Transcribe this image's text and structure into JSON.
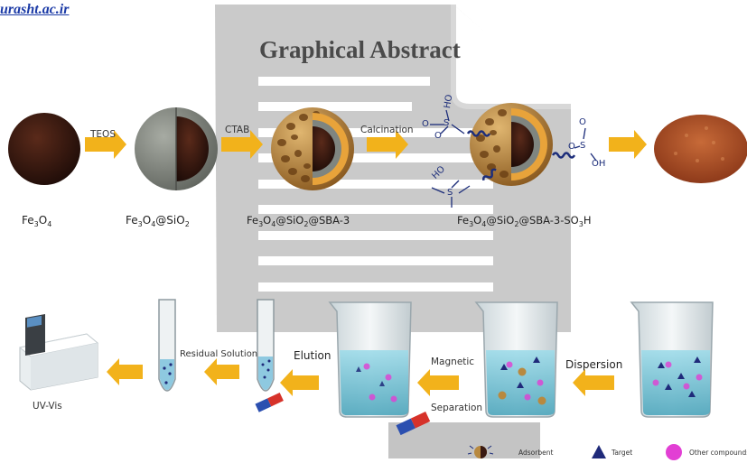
{
  "header": {
    "link_text": "urasht.ac.ir"
  },
  "title": "Graphical Abstract",
  "synthesis": {
    "steps": [
      "TEOS",
      "CTAB",
      "Calcination"
    ],
    "labels": {
      "fe3o4": {
        "parts": [
          "Fe",
          "3",
          "O",
          "4"
        ]
      },
      "fe3o4_sio2": {
        "parts": [
          "Fe",
          "3",
          "O",
          "4",
          "@SiO",
          "2"
        ]
      },
      "fe3o4_sio2_sba3": {
        "parts": [
          "Fe",
          "3",
          "O",
          "4",
          "@SiO",
          "2",
          "@SBA-3"
        ]
      },
      "fe3o4_sio2_sba3_so3h": {
        "parts": [
          "Fe",
          "3",
          "O",
          "4",
          "@SiO",
          "2",
          "@SBA-3-SO",
          "3",
          "H"
        ]
      }
    },
    "sulfonic_group": {
      "ho": "HO",
      "s": "S",
      "o": "O",
      "oh": "OH"
    }
  },
  "extraction": {
    "steps": {
      "dispersion": "Dispersion",
      "magnetic": "Magnetic",
      "separation": "Separation",
      "elution": "Elution",
      "residual": "Residual Solution"
    },
    "instrument_label": "UV-Vis"
  },
  "legend": {
    "adsorbent": "Adsorbent",
    "target": "Target",
    "other": "Other compounds"
  },
  "colors": {
    "arrow": "#f2b21b",
    "core": "#3a1a12",
    "silica": "#8c9189",
    "sba_shell": "#b8893f",
    "orange_shell": "#e8a33a",
    "powder": "#b5552a",
    "water": "#7cc8d8",
    "target": "#1f2a7a",
    "other": "#e23fd4",
    "wavy": "#1c2d7a",
    "magnet_blue": "#2b4fb0",
    "magnet_red": "#d6322a",
    "watermark": "#c9c9c9"
  }
}
